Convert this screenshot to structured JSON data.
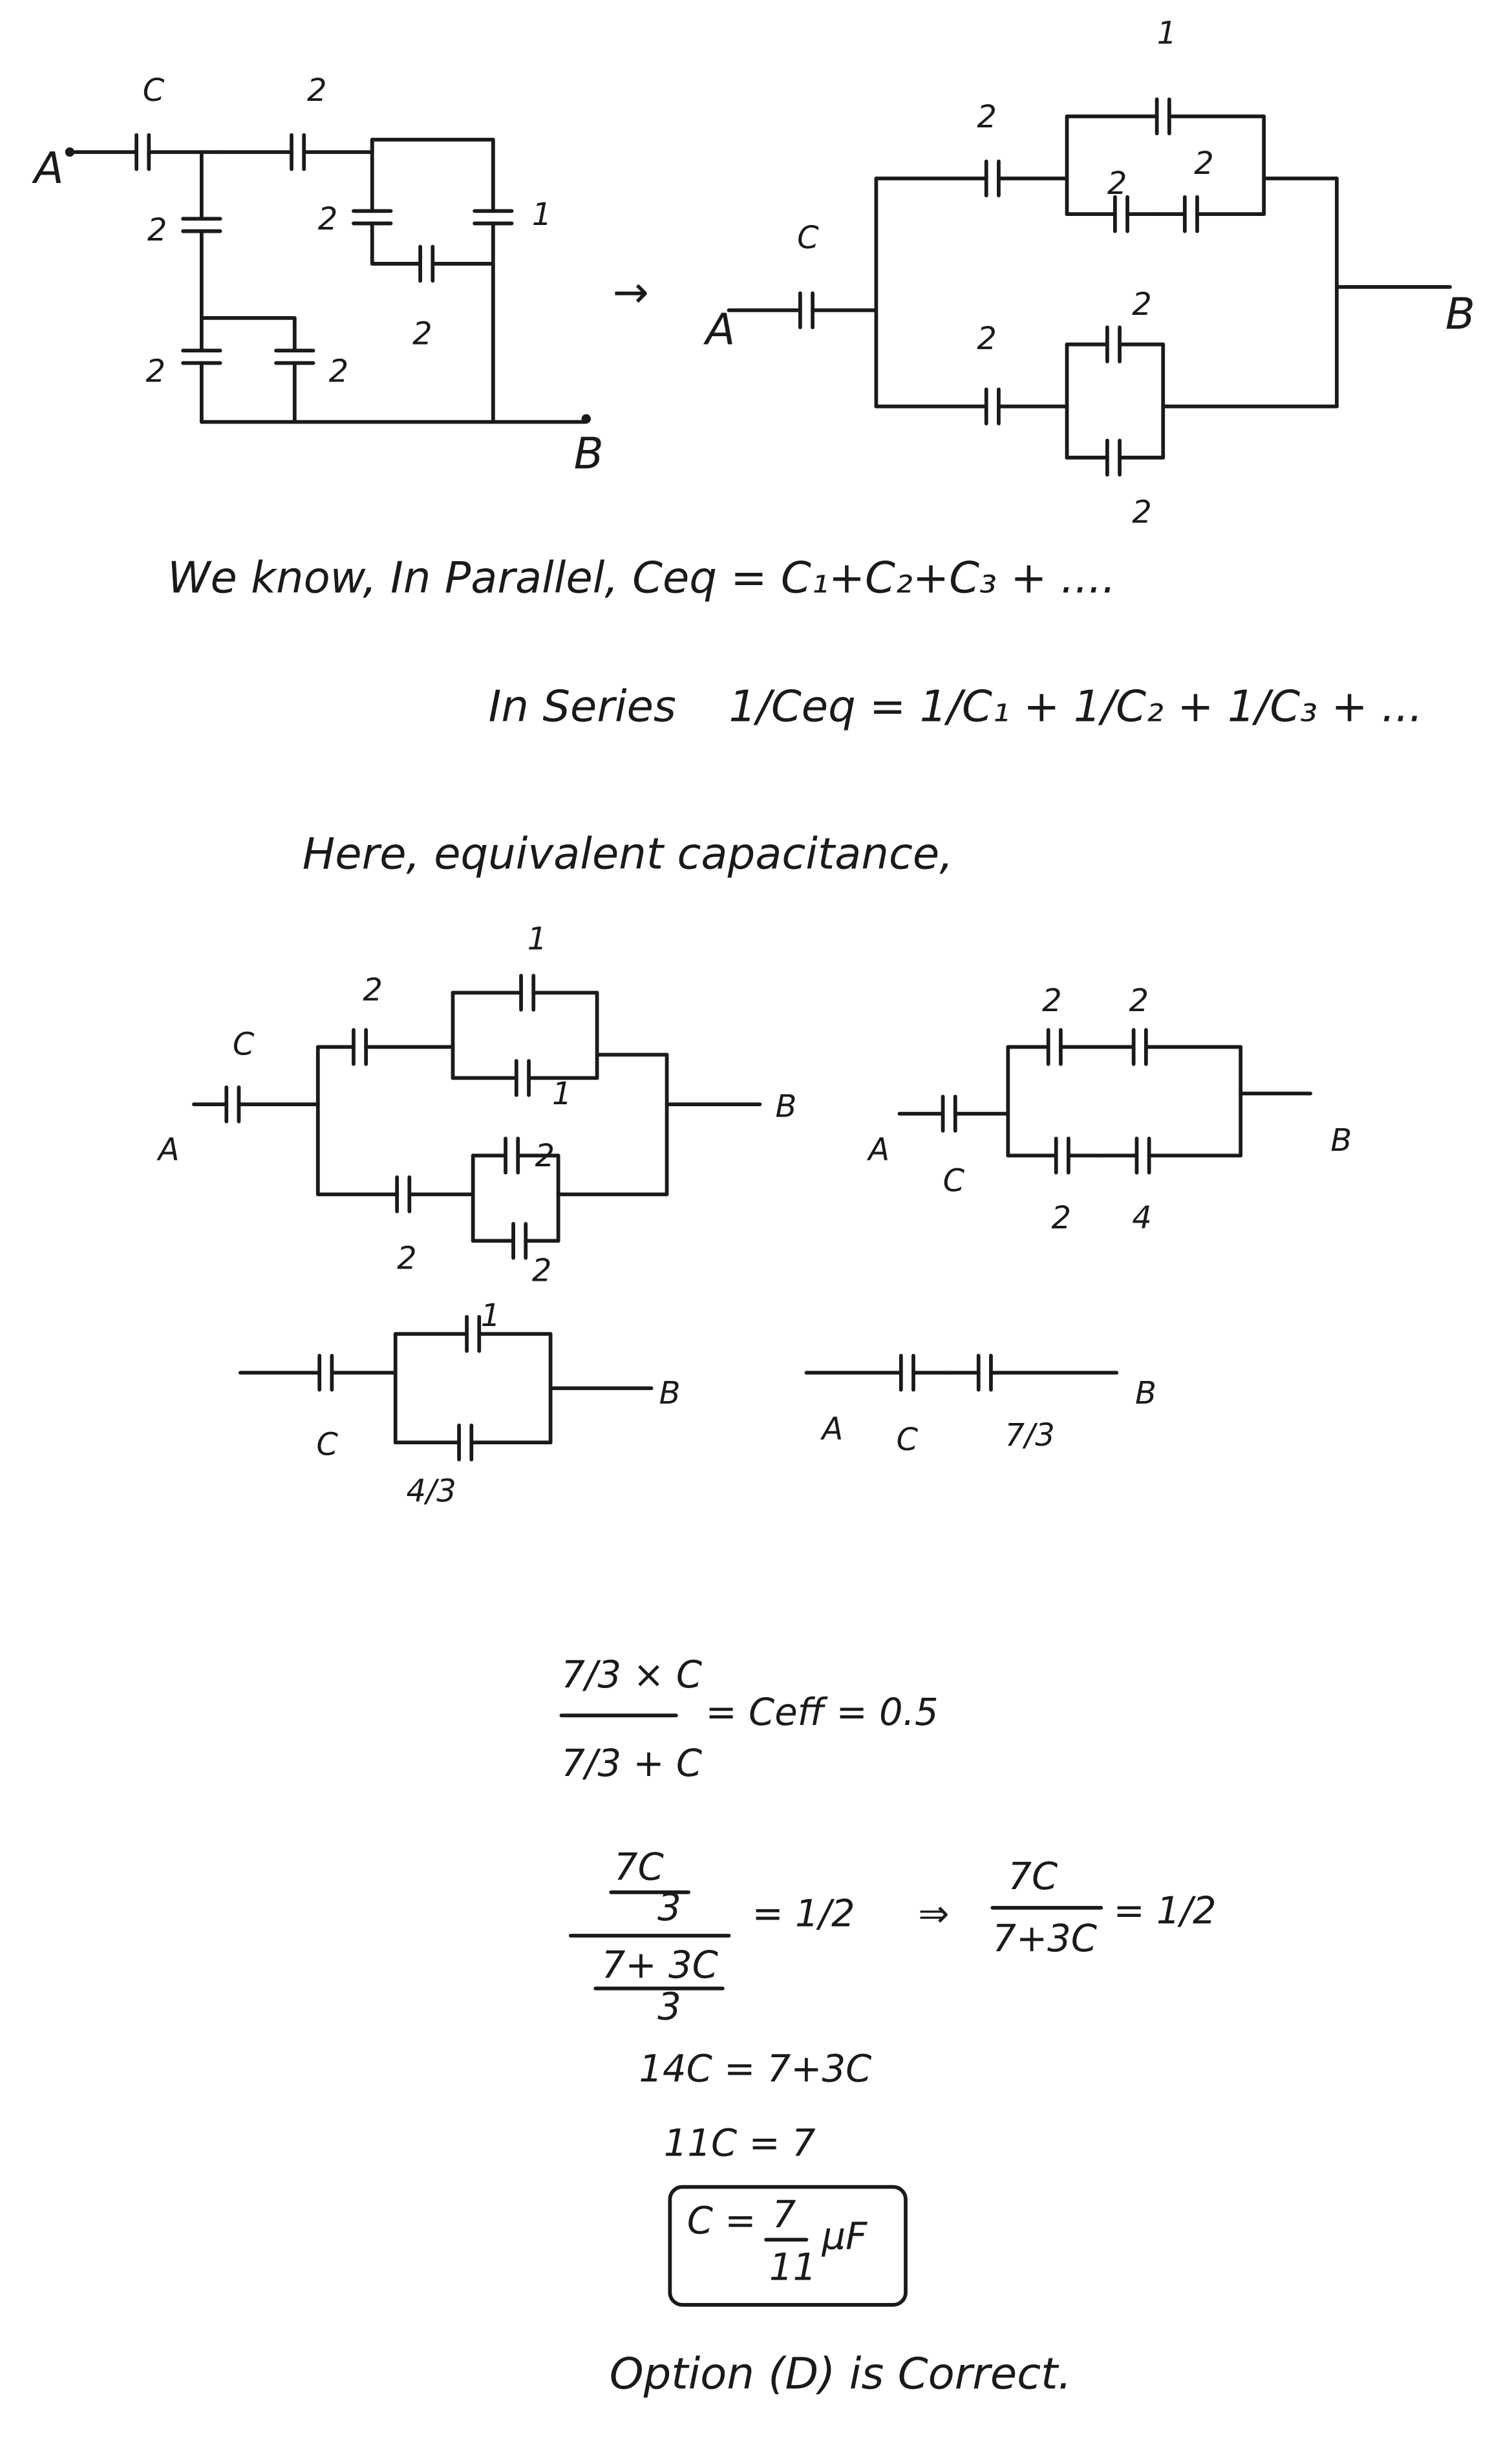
{
  "diagram_original": {
    "terminal_a": "A",
    "terminal_b": "B",
    "labels": [
      "C",
      "2",
      "2",
      "2",
      "2",
      "2",
      "2",
      "1"
    ]
  },
  "arrow": "→",
  "diagram_redrawn": {
    "terminal_a": "A",
    "terminal_b": "B",
    "labels": [
      "C",
      "2",
      "1",
      "2",
      "2",
      "2",
      "2",
      "2"
    ]
  },
  "text": {
    "parallel": "We know, In Parallel, Ceq = C₁+C₂+C₃ + ....",
    "series_prefix": "In Series",
    "series_formula": "1/Ceq = 1/C₁ + 1/C₂ + 1/C₃ + ...",
    "here": "Here, equivalent capacitance,"
  },
  "diagram_step1": {
    "terminal_a": "A",
    "terminal_b": "B",
    "labels": [
      "C",
      "2",
      "1",
      "1",
      "2",
      "2",
      "2"
    ]
  },
  "diagram_step2": {
    "terminal_a": "A",
    "terminal_b": "B",
    "labels": [
      "C",
      "2",
      "2",
      "2",
      "4"
    ]
  },
  "diagram_step3": {
    "terminal_b": "B",
    "labels": [
      "C",
      "1",
      "4/3"
    ]
  },
  "diagram_step4": {
    "terminal_a": "A",
    "terminal_b": "B",
    "labels": [
      "C",
      "7/3"
    ]
  },
  "math": {
    "eq1_num": "7/3 × C",
    "eq1_den": "7/3 + C",
    "eq1_rhs": "= Ceff = 0.5",
    "eq2_num_top": "7C",
    "eq2_num_bot": "3",
    "eq2_den_top": "7+ 3C",
    "eq2_den_bot": "3",
    "eq2_rhs": "= 1/2",
    "implies": "⇒",
    "eq3_num": "7C",
    "eq3_den": "7+3C",
    "eq3_rhs": "= 1/2",
    "eq4": "14C = 7+3C",
    "eq5": "11C = 7",
    "answer_lhs": "C =",
    "answer_num": "7",
    "answer_den": "11",
    "answer_unit": "μF",
    "conclusion": "Option (D) is Correct."
  }
}
